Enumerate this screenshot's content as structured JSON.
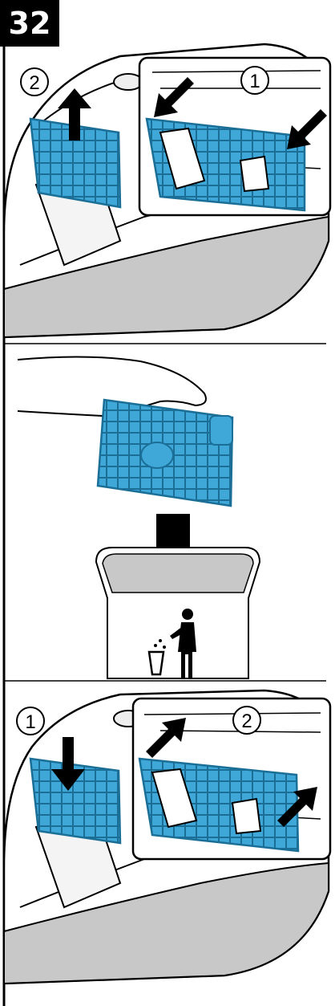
{
  "step_number": "32",
  "callouts": {
    "panel1_left": "2",
    "panel1_right": "1",
    "panel3_left": "1",
    "panel3_right": "2"
  },
  "colors": {
    "filter_blue": "#3fa8d8",
    "filter_dark": "#1b6f96",
    "body_gray": "#c8c8c8",
    "line": "#000000"
  },
  "icons": [
    "arrow-up-icon",
    "arrow-down-icon",
    "trash-bin-icon",
    "person-disposing-icon",
    "hand-icon"
  ]
}
